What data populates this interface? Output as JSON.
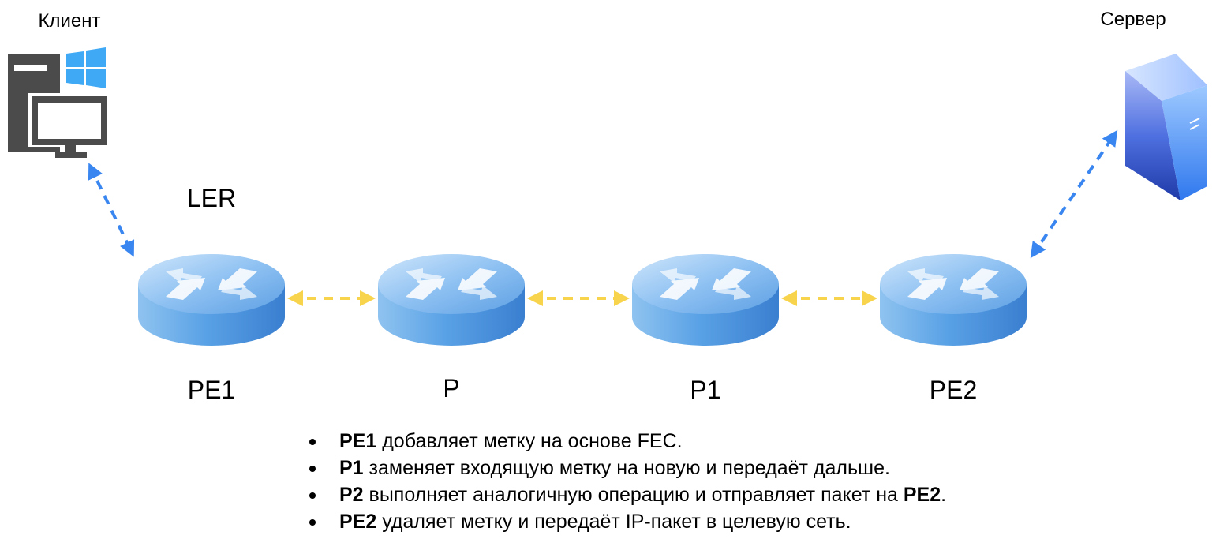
{
  "nodes": {
    "client": {
      "label": "Клиент"
    },
    "server": {
      "label": "Сервер"
    },
    "ler": {
      "label": "LER"
    },
    "pe1": {
      "label": "PE1"
    },
    "p": {
      "label": "P"
    },
    "p1": {
      "label": "P1"
    },
    "pe2": {
      "label": "PE2"
    }
  },
  "notes": [
    {
      "bold": "PE1",
      "text": " добавляет метку на основе FEC.",
      "bold_end": "",
      "tail": ""
    },
    {
      "bold": "P1",
      "text": " заменяет входящую метку на новую и передаёт дальше.",
      "bold_end": "",
      "tail": ""
    },
    {
      "bold": "P2",
      "text": " выполняет аналогичную операцию и отправляет пакет на ",
      "bold_end": "PE2",
      "tail": "."
    },
    {
      "bold": "PE2",
      "text": " удаляет метку и передаёт IP-пакет в целевую сеть.",
      "bold_end": "",
      "tail": ""
    }
  ],
  "colors": {
    "access_link": "#3a86f0",
    "core_link": "#f7d44c",
    "router_top": "#9ccaf4",
    "router_side": "#4a90dc",
    "client_gray": "#4b4b4b",
    "windows_logo": "#3fa9f5",
    "server_blue": "#2f5bd8"
  },
  "icons": {
    "client": "desktop-computer-icon",
    "windows": "windows-logo-icon",
    "server": "server-tower-icon",
    "router": "router-icon"
  }
}
